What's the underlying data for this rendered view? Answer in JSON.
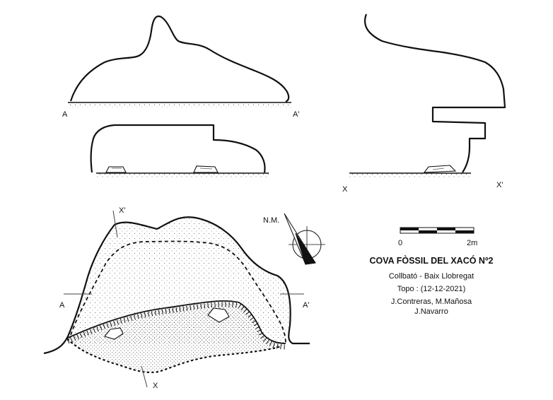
{
  "section_labels": {
    "a": "A",
    "a_prime": "A'",
    "x": "X",
    "x_prime": "X'"
  },
  "north_label": "N.M.",
  "scale": {
    "start_label": "0",
    "end_label": "2m"
  },
  "info": {
    "title": "COVA FÒSSIL DEL XACÓ Nº2",
    "location": "Collbató - Baix Llobregat",
    "topo": "Topo : (12-12-2021)",
    "authors_line1": "J.Contreras, M.Mañosa",
    "authors_line2": "J.Navarro"
  },
  "colors": {
    "ink": "#111111",
    "rock_fill": "#c8c8c8"
  }
}
